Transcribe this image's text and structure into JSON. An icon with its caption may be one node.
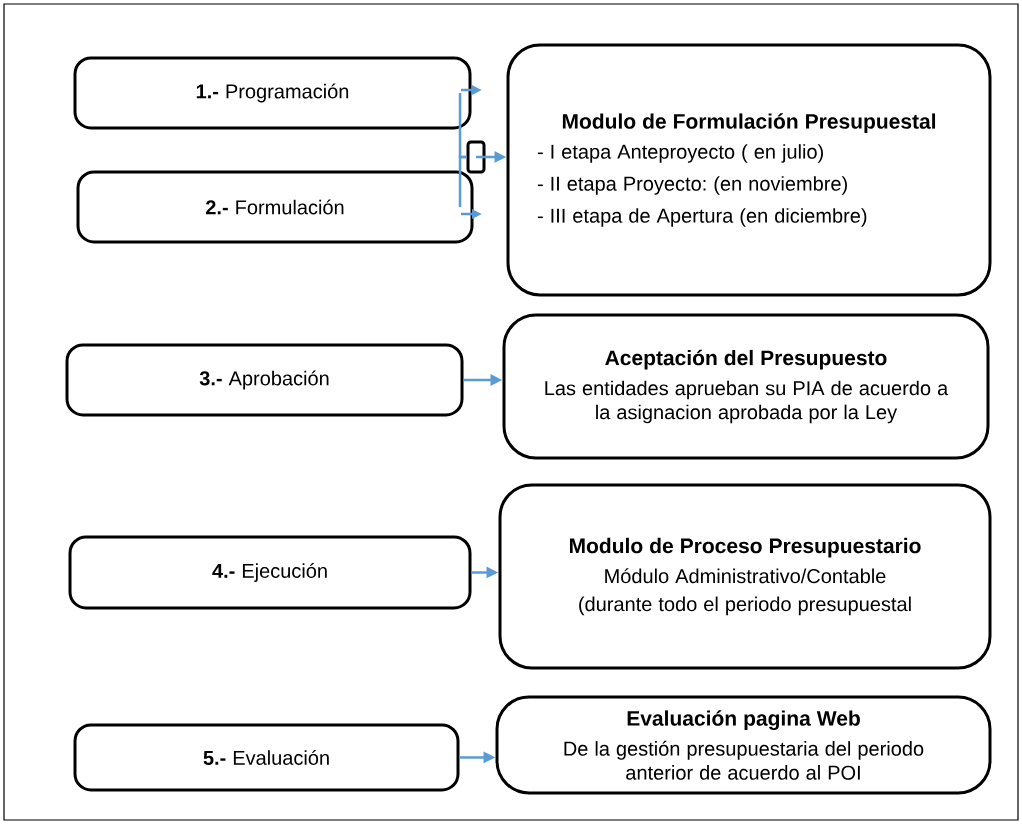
{
  "diagram": {
    "nodes": [
      {
        "text": [
          "**1.-** Programación"
        ]
      },
      {
        "text": [
          "**2.-**  Formulación"
        ]
      },
      {
        "text": [],
        "shape": "box"
      },
      {
        "text": [
          "Modulo de Formulación Presupuestal",
          "- I etapa Anteproyecto ( en julio)",
          "- II etapa Proyecto: (en noviembre)",
          "- III etapa de Apertura (en diciembre)"
        ]
      },
      {
        "text": [
          "**3.-** Aprobación"
        ]
      },
      {
        "text": [
          "Aceptación del Presupuesto",
          "Las entidades aprueban su PIA de acuerdo a la asignacion aprobada por la Ley"
        ]
      },
      {
        "text": [
          "**4.-**  Ejecución"
        ]
      },
      {
        "text": [
          "Modulo de Proceso Presupuestario",
          "Módulo Administrativo/Contable",
          "(durante todo el periodo presupuestal"
        ]
      },
      {
        "text": [
          "**5.-** Evaluación"
        ]
      },
      {
        "text": [
          "Evaluación pagina Web",
          "De la gestión presupuestaria del periodo anterior de acuerdo al POI"
        ]
      }
    ],
    "edges": [
      {
        "from": 0,
        "to": 2,
        "arrow": "none"
      },
      {
        "from": 1,
        "to": 2,
        "arrow": "none"
      },
      {
        "from": 2,
        "to": 3,
        "arrow": "to"
      },
      {
        "from": 4,
        "to": 5,
        "arrow": "to"
      },
      {
        "from": 6,
        "to": 7,
        "arrow": "to"
      },
      {
        "from": 8,
        "to": 9,
        "arrow": "to"
      }
    ]
  }
}
